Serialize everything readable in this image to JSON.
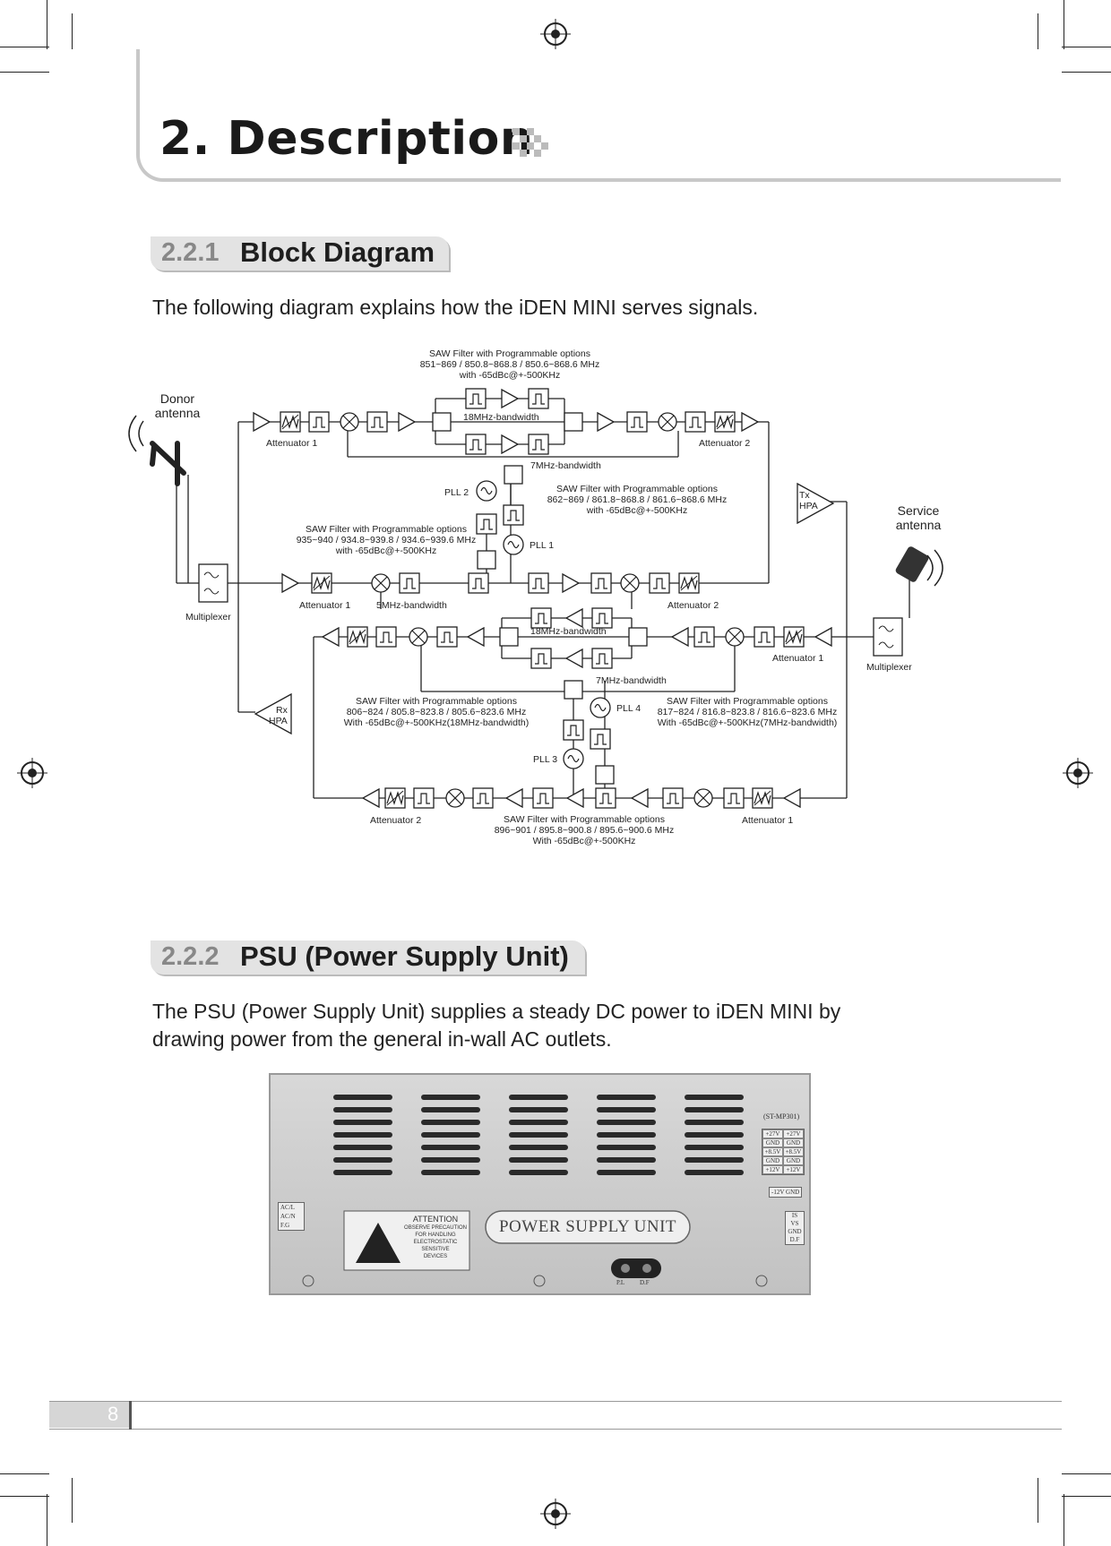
{
  "header": {
    "chapter_title": "2. Description"
  },
  "section_block": {
    "number": "2.2.1",
    "title": "Block Diagram",
    "intro": "The following diagram explains how the iDEN MINI serves signals."
  },
  "diagram": {
    "donor_antenna_1": "Donor",
    "donor_antenna_2": "antenna",
    "service_antenna_1": "Service",
    "service_antenna_2": "antenna",
    "multiplexer": "Multiplexer",
    "saw_top_1": "SAW Filter with Programmable options",
    "saw_top_2": "851~869 / 850.8~868.8 / 850.6~868.6 MHz",
    "saw_top_3": "with -65dBc@+-500KHz",
    "bw_18_top": "18MHz-bandwidth",
    "bw_7_top": "7MHz-bandwidth",
    "att1": "Attenuator 1",
    "att2": "Attenuator 2",
    "pll1": "PLL 1",
    "pll2": "PLL 2",
    "pll3": "PLL 3",
    "pll4": "PLL 4",
    "saw_r1_1": "SAW Filter with Programmable options",
    "saw_r1_2": "862~869 / 861.8~868.8 / 861.6~868.6 MHz",
    "saw_r1_3": "with -65dBc@+-500KHz",
    "saw_l1_1": "SAW Filter with Programmable options",
    "saw_l1_2": "935~940 / 934.8~939.8 / 934.6~939.6 MHz",
    "saw_l1_3": "with -65dBc@+-500KHz",
    "tx": "Tx",
    "hpa": "HPA",
    "rx": "Rx",
    "bw_5": "5MHz-bandwidth",
    "bw_18_mid": "18MHz-bandwidth",
    "bw_7_mid": "7MHz-bandwidth",
    "saw_l2_1": "SAW Filter with Programmable options",
    "saw_l2_2": "806~824 / 805.8~823.8 / 805.6~823.6 MHz",
    "saw_l2_3": "With -65dBc@+-500KHz(18MHz-bandwidth)",
    "saw_r2_1": "SAW Filter with Programmable options",
    "saw_r2_2": "817~824 / 816.8~823.8 / 816.6~823.6 MHz",
    "saw_r2_3": "With -65dBc@+-500KHz(7MHz-bandwidth)",
    "saw_bot_1": "SAW Filter with Programmable options",
    "saw_bot_2": "896~901 / 895.8~900.8 / 895.6~900.6 MHz",
    "saw_bot_3": "With -65dBc@+-500KHz"
  },
  "section_psu": {
    "number": "2.2.2",
    "title": "PSU (Power Supply Unit)",
    "text_1": "The PSU (Power Supply Unit) supplies a steady DC power to iDEN MINI by",
    "text_2": "drawing power from the general in-wall AC outlets."
  },
  "psu_photo": {
    "model": "(ST-MP301)",
    "terminals_right": [
      "+27V",
      "+27V",
      "GND",
      "GND",
      "+8.5V",
      "+8.5V",
      "GND",
      "GND",
      "+12V",
      "+12V"
    ],
    "minus12": "-12V",
    "gnd": "GND",
    "terminals_lower_right": [
      "IS",
      "VS",
      "GND",
      "D.F"
    ],
    "terminals_left": [
      "AC/L",
      "AC/N",
      "F.G"
    ],
    "attention_title": "ATTENTION",
    "attention_lines": [
      "OBSERVE PRECAUTION",
      "FOR HANDLING",
      "ELECTROSTATIC",
      "SENSITIVE",
      "DEVICES"
    ],
    "unit_label": "POWER SUPPLY UNIT",
    "led_pl": "P.L",
    "led_df": "D.F"
  },
  "footer": {
    "page_number": "8"
  }
}
